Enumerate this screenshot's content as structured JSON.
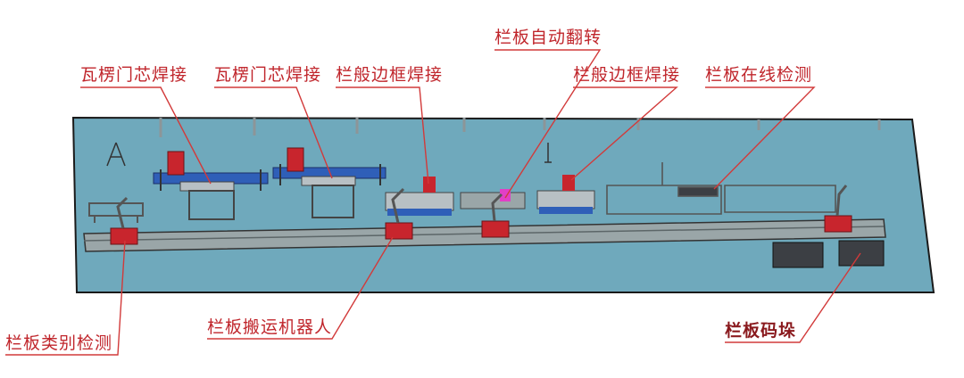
{
  "colors": {
    "label_text": "#c0262c",
    "label_text_dark": "#8a1a1e",
    "leader_line": "#d23a3a",
    "floor": "#6fa9bc",
    "floor_edge": "#1a1a1a",
    "rail": "#9aa6a8",
    "robot_base": "#c8252d",
    "gantry_blue": "#2f5fb8",
    "gantry_red": "#c8252d",
    "frame_gray": "#b8c0c4",
    "stacks": "#3c3f44",
    "highlight": "#e23fc6"
  },
  "icons": [
    "industrial-robot-icon",
    "welding-gantry-icon",
    "panel-stack-icon"
  ],
  "labels": [
    {
      "id": "tile-core-weld-1",
      "text": "瓦楞门芯焊接"
    },
    {
      "id": "tile-core-weld-2",
      "text": "瓦楞门芯焊接"
    },
    {
      "id": "frame-weld-1",
      "text": "栏般边框焊接"
    },
    {
      "id": "auto-flip",
      "text": "栏板自动翻转"
    },
    {
      "id": "frame-weld-2",
      "text": "栏般边框焊接"
    },
    {
      "id": "online-inspection",
      "text": "栏板在线检测"
    },
    {
      "id": "type-inspection",
      "text": "栏板类别检测"
    },
    {
      "id": "handling-robot",
      "text": "栏板搬运机器人"
    },
    {
      "id": "stacking",
      "text": "栏板码垛"
    }
  ]
}
